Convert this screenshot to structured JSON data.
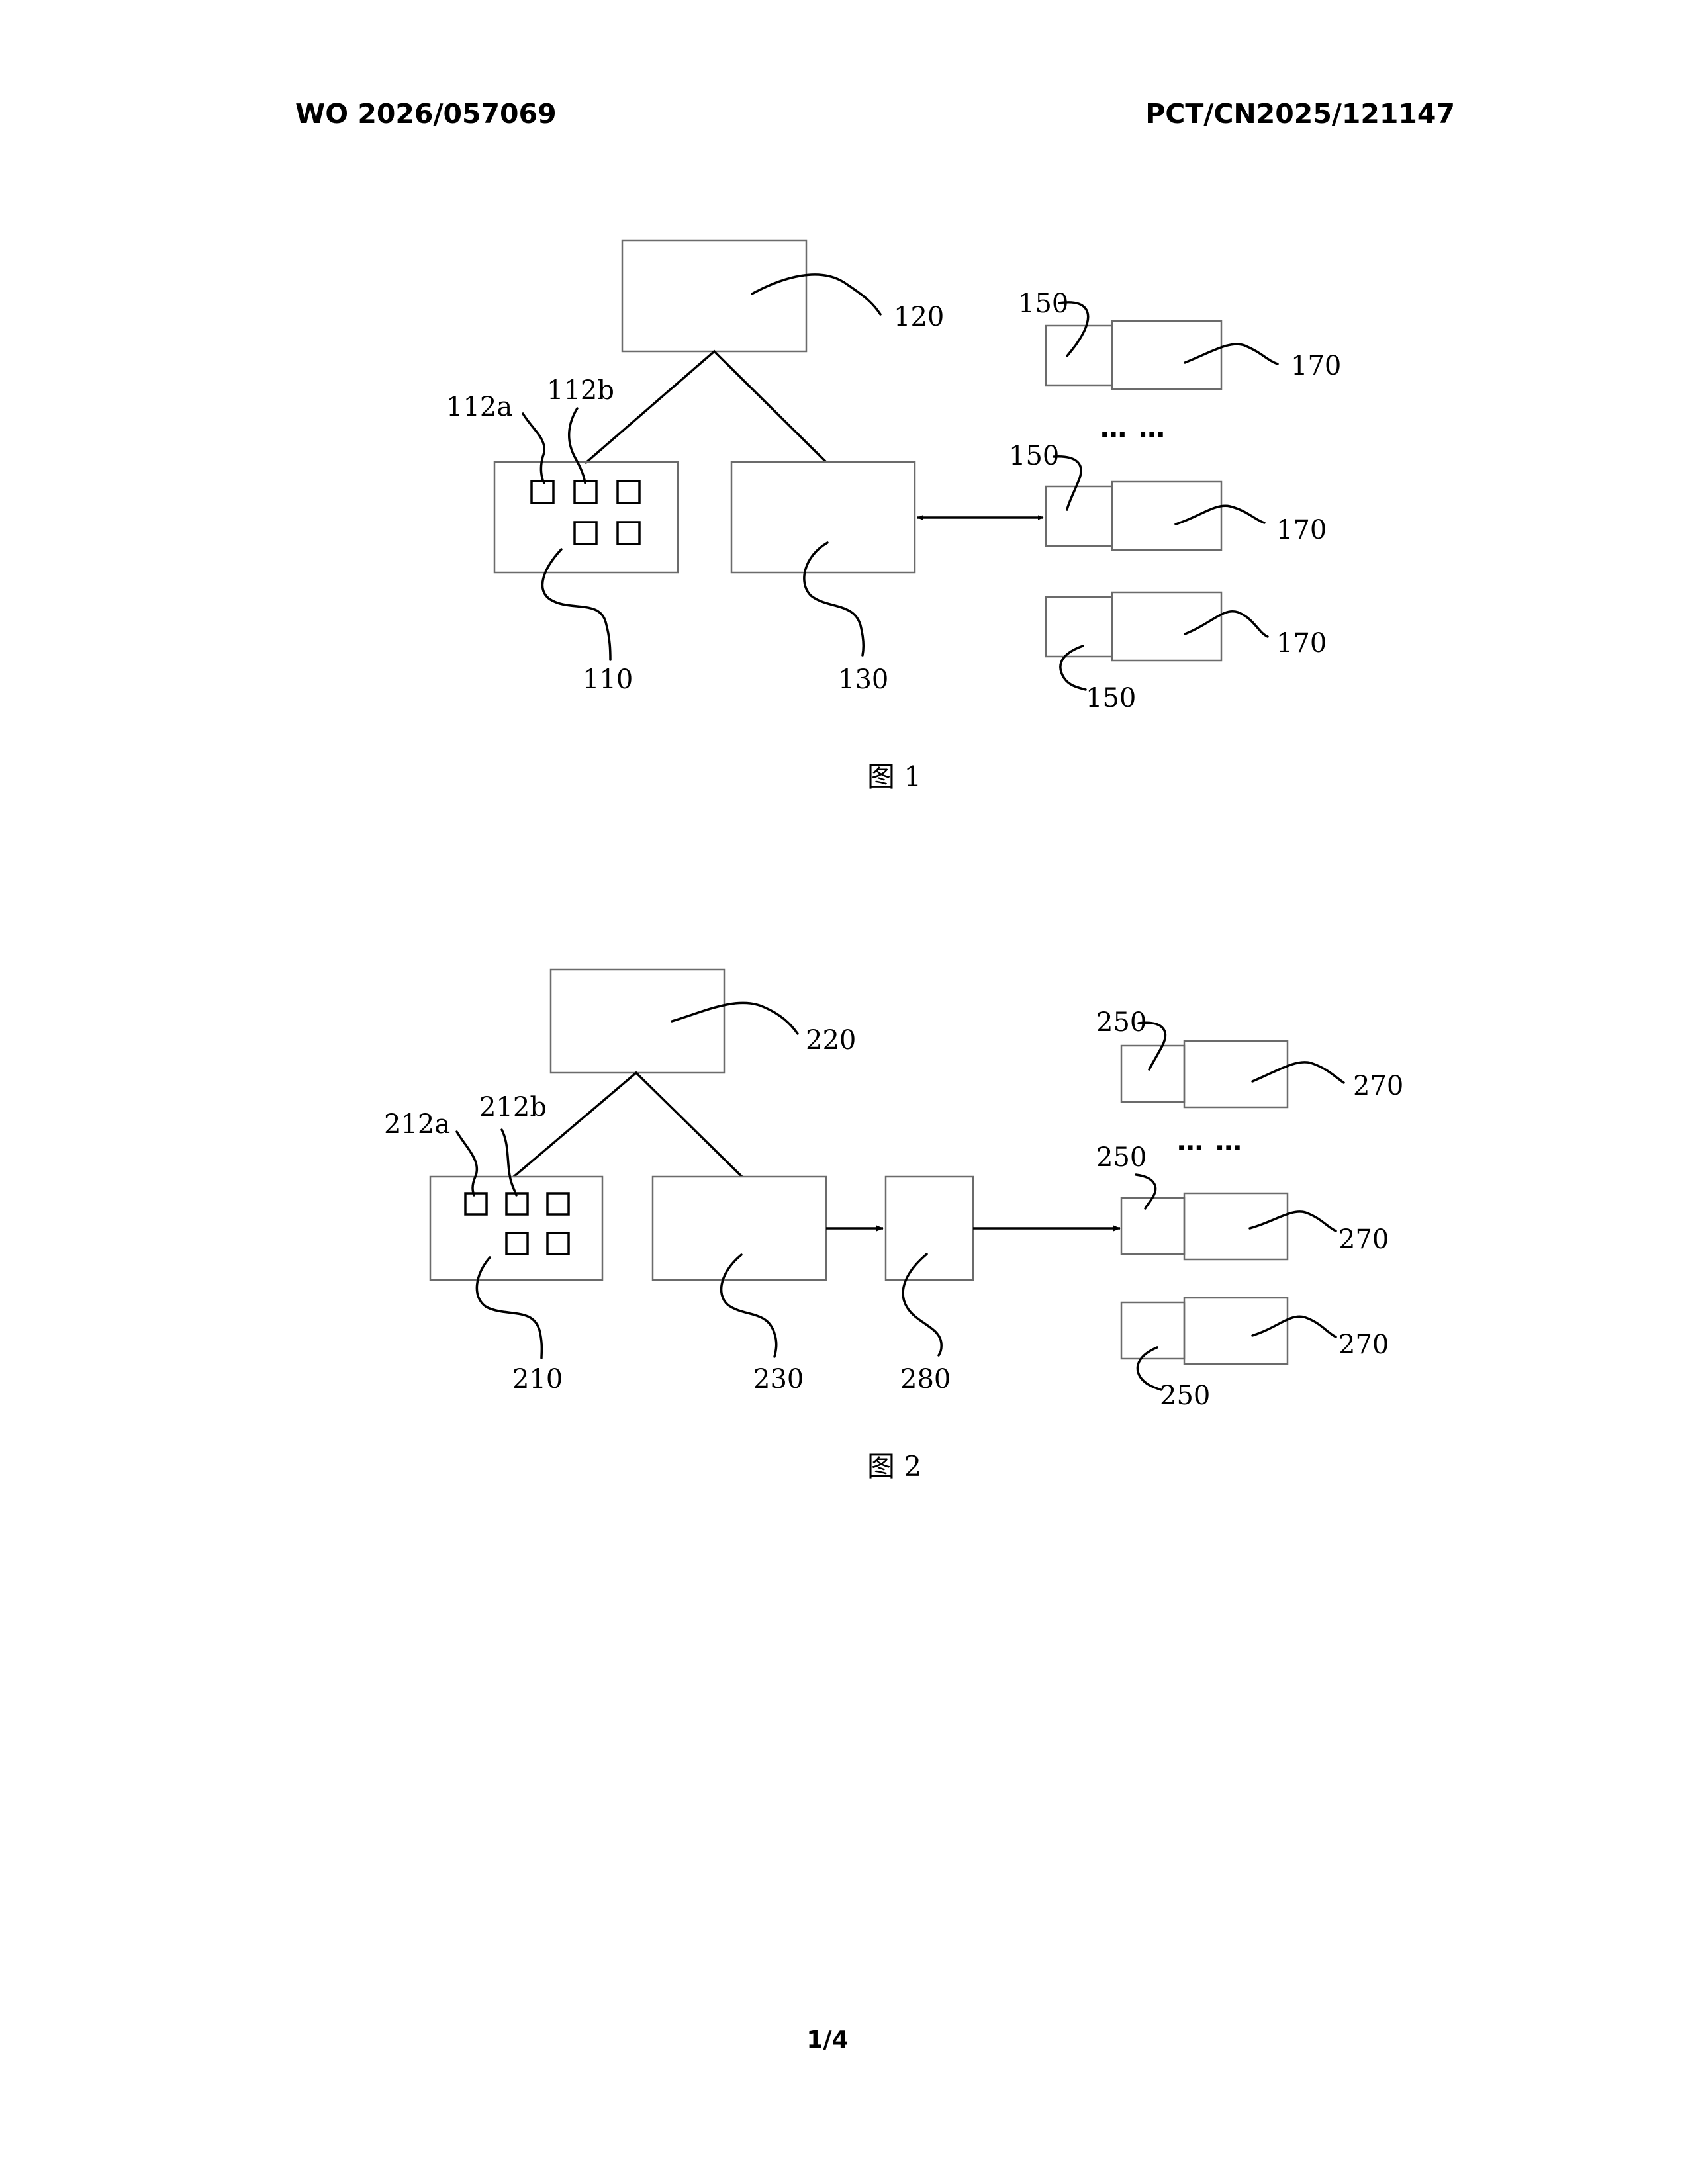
{
  "header": {
    "left": "WO 2026/057069",
    "right": "PCT/CN2025/121147"
  },
  "figure1": {
    "caption": "图 1",
    "labels": {
      "l120": "120",
      "l112a": "112a",
      "l112b": "112b",
      "l110": "110",
      "l130": "130",
      "l150_top": "150",
      "l170_top": "170",
      "l150_mid": "150",
      "l170_mid": "170",
      "l170_bot": "170",
      "l150_bot": "150"
    },
    "ellipsis": "… …"
  },
  "figure2": {
    "caption": "图 2",
    "labels": {
      "l220": "220",
      "l212a": "212a",
      "l212b": "212b",
      "l210": "210",
      "l230": "230",
      "l280": "280",
      "l250_top": "250",
      "l270_top": "270",
      "l250_mid": "250",
      "l270_mid": "270",
      "l270_bot": "270",
      "l250_bot": "250"
    },
    "ellipsis": "… …"
  },
  "footer": {
    "page": "1/4"
  }
}
